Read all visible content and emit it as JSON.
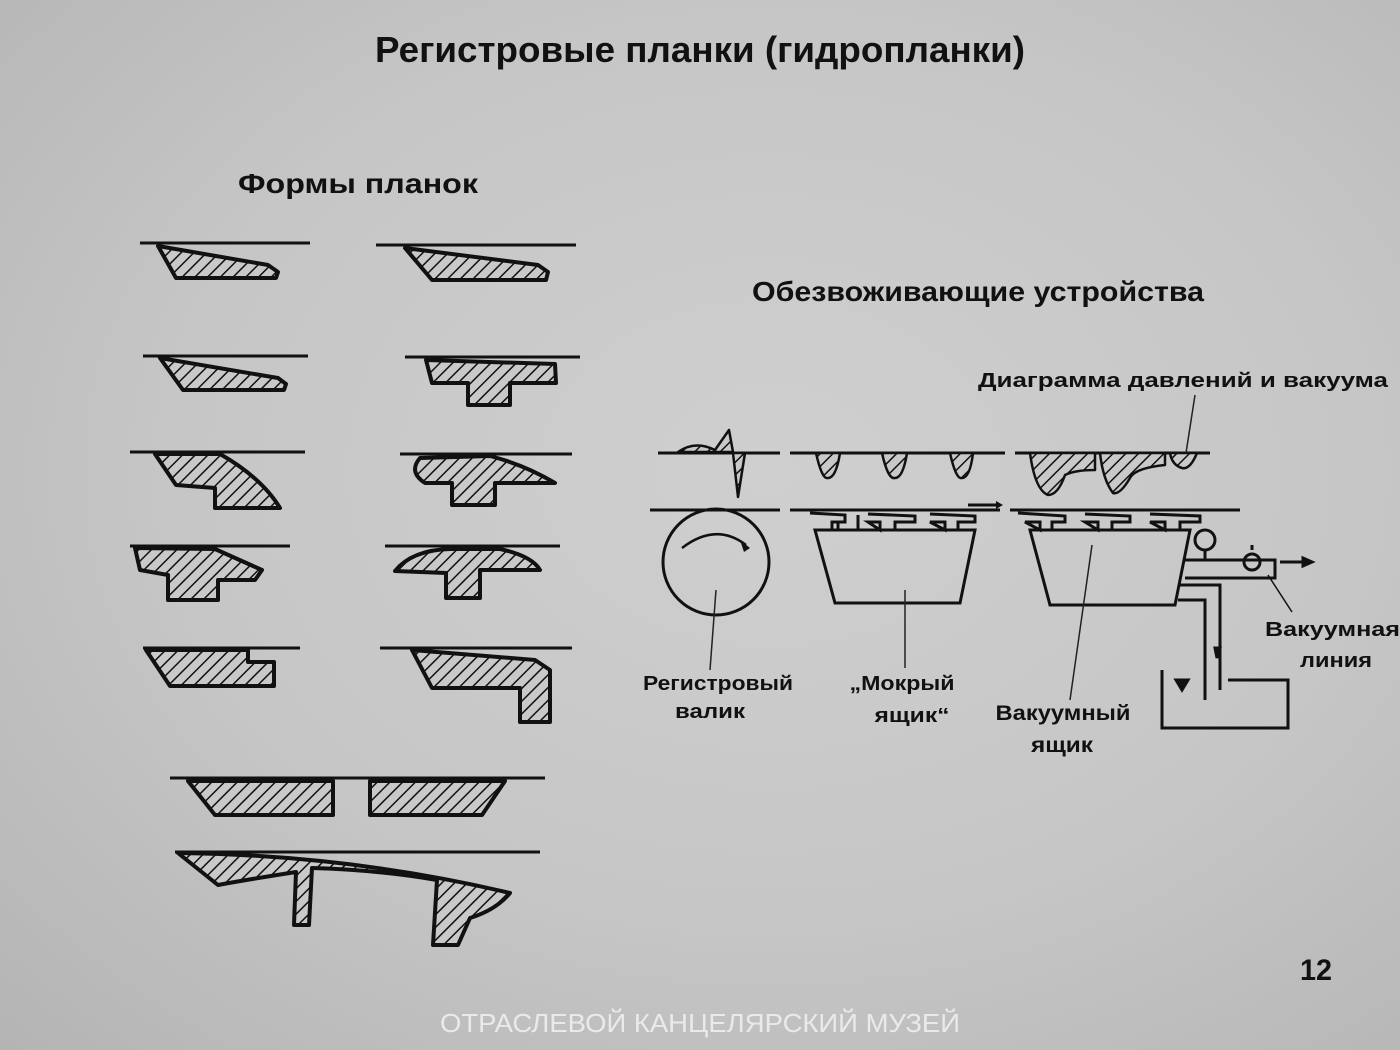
{
  "title": "Регистровые планки (гидропланки)",
  "left_section": {
    "heading": "Формы планок"
  },
  "right_section": {
    "heading": "Обезвоживающие устройства",
    "labels": {
      "diagram": "Диаграмма давлений и вакуума",
      "register_roll_1": "Регистровый",
      "register_roll_2": "валик",
      "wet_box_1": "„Мокрый",
      "wet_box_2": "ящик“",
      "vacuum_box_1": "Вакуумный",
      "vacuum_box_2": "ящик",
      "vacuum_line_1": "Вакуумная",
      "vacuum_line_2": "линия"
    }
  },
  "page_number": "12",
  "watermark": "ОТРАСЛЕВОЙ КАНЦЕЛЯРСКИЙ МУЗЕЙ"
}
